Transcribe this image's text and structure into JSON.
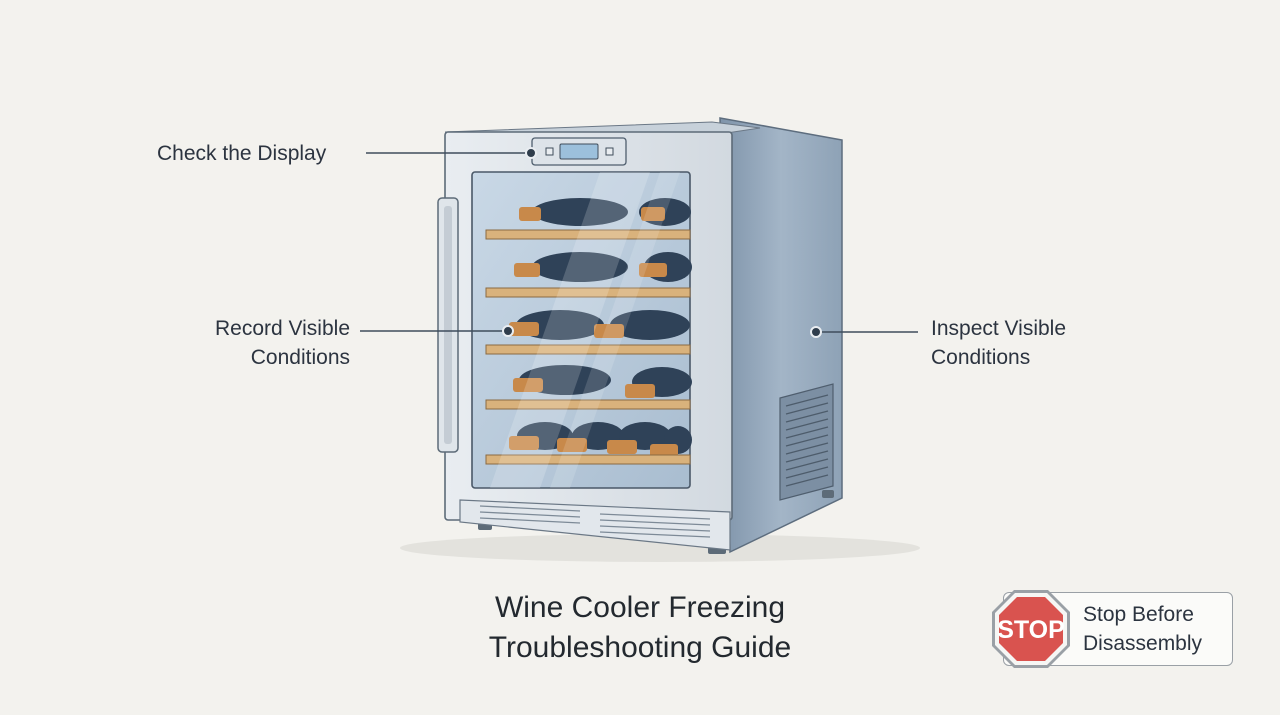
{
  "callouts": {
    "display": "Check the Display",
    "record": [
      "Record Visible",
      "Conditions"
    ],
    "inspect": [
      "Inspect Visible",
      "Conditions"
    ]
  },
  "title": [
    "Wine Cooler Freezing",
    "Troubleshooting Guide"
  ],
  "stop_badge": {
    "sign_text": "STOP",
    "caption": [
      "Stop Before",
      "Disassembly"
    ]
  },
  "colors": {
    "background": "#f3f2ee",
    "cabinet_side": "#8fa3b8",
    "stop_red": "#d9534f",
    "shelf_wood": "#d9b27c",
    "bottle": "#2f4258",
    "cork": "#c8894a"
  }
}
